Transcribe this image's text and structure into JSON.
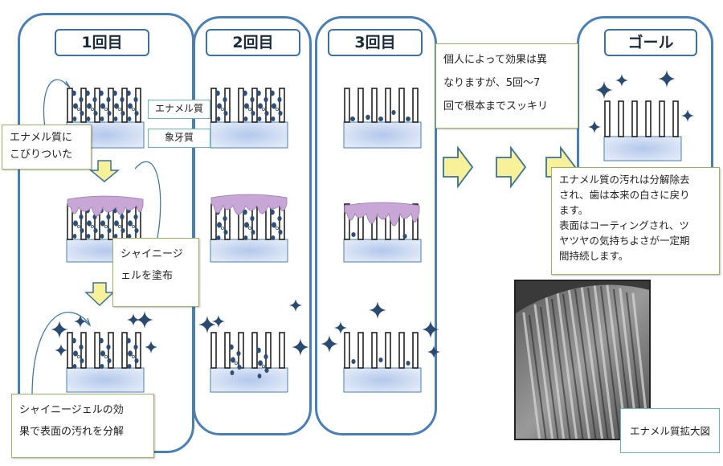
{
  "stages": {
    "stage1": "1回目",
    "stage2": "2回目",
    "stage3": "3回目",
    "goal": "ゴール"
  },
  "tags": {
    "enamel": "エナメル質",
    "dentin": "象牙質"
  },
  "notes": {
    "stuck_line1": "エナメル質に",
    "stuck_line2": "こびりついた",
    "apply_line1": "シャイニージ",
    "apply_line2": "ェルを塗布",
    "effect_line1": "シャイニージェルの効",
    "effect_line2": "果で表面の汚れを分解",
    "timeline_line1": "個人によって効果は異",
    "timeline_line2": "なりますが、5回〜7",
    "timeline_line3": "回で根本までスッキリ",
    "goal_line1": "エナメル質の汚れは分解除去",
    "goal_line2": "され、歯は本来の白さに戻り",
    "goal_line3": "ます。",
    "goal_line4": "表面はコーティングされ、ツ",
    "goal_line5": "ヤツヤの気持ちよさが一定期",
    "goal_line6": "間持続します。",
    "photo_caption": "エナメル質拡大図"
  },
  "colors": {
    "panel_border": "#4a7fb5",
    "arrow_fill": "#f7f29a",
    "arrow_stroke": "#3d6f9f",
    "gel": "#c8a6d6",
    "stain": "#2e4e73",
    "dentin": "#c6d6ee",
    "sparkle": "#2b4a72"
  }
}
